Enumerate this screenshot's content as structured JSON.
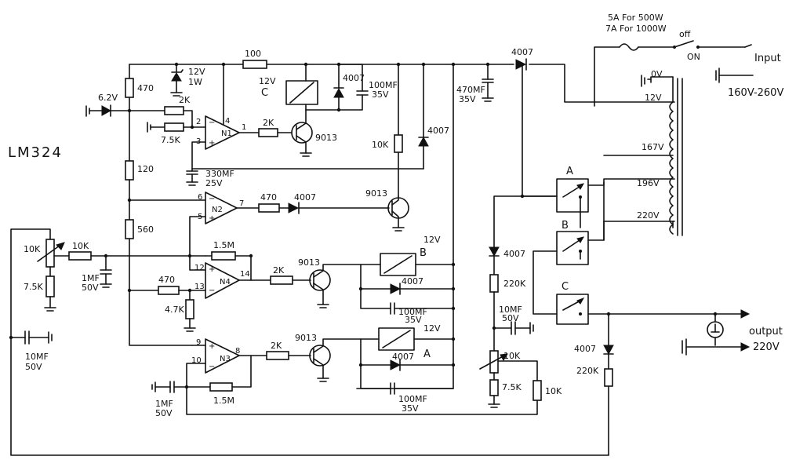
{
  "title": "LM324",
  "labels": {
    "fuse_5a": "5A For 500W",
    "fuse_7a": "7A For 1000W",
    "off": "off",
    "on": "ON",
    "input": "Input",
    "input_range": "160V-260V",
    "tap_0v": "0V",
    "tap_12v": "12V",
    "tap_167v": "167V",
    "tap_196v": "196V",
    "tap_220v": "220V",
    "relay_a_sw": "A",
    "relay_b_sw": "B",
    "relay_c_sw": "C",
    "output": "output",
    "output_v": "220V",
    "r100": "100",
    "r470_top": "470",
    "z12v": "12V",
    "z1w": "1W",
    "z62": "6.2V",
    "r2k_a": "2K",
    "r75k_a": "7.5K",
    "p2": "2",
    "p3": "3",
    "p4": "4",
    "p1": "1",
    "n1": "N1",
    "r2k_b": "2K",
    "q9013_c": "9013",
    "relay_c_12v": "12V",
    "relay_c": "C",
    "d4007_c": "4007",
    "c100_c": "100MF",
    "c100_c_v": "35V",
    "c470": "470MF",
    "c470_v": "35V",
    "d4007_in": "4007",
    "r10k_a": "10K",
    "d4007_b": "4007",
    "r120": "120",
    "c330": "330MF",
    "c330_v": "25V",
    "p6": "6",
    "p5": "5",
    "n2": "N2",
    "p7": "7",
    "r470_n2": "470",
    "d4007_n2": "4007",
    "q9013_n2": "9013",
    "r560": "560",
    "pot10k": "10K",
    "r10k_in": "10K",
    "r15m_a": "1.5M",
    "c1mf_a": "1MF",
    "c1mf_a_v": "50V",
    "r75k_b": "7.5K",
    "p12": "12",
    "p13": "13",
    "p14": "14",
    "n4": "N4",
    "r470_n4": "470",
    "r47k": "4.7K",
    "r2k_n4": "2K",
    "q9013_n4": "9013",
    "relay_b_12v": "12V",
    "relay_b": "B",
    "d4007_rb": "4007",
    "c100_b": "100MF",
    "c100_b_v": "35V",
    "c10mf": "10MF",
    "c10mf_v": "50V",
    "p9": "9",
    "p10": "10",
    "p8": "8",
    "n3": "N3",
    "r2k_n3": "2K",
    "q9013_n3": "9013",
    "relay_a_12v": "12V",
    "relay_a": "A",
    "d4007_ra": "4007",
    "c100_a": "100MF",
    "c100_a_v": "35V",
    "c1mf_b": "1MF",
    "c1mf_b_v": "50V",
    "r15m_b": "1.5M",
    "d4007_mid": "4007",
    "r220k_mid": "220K",
    "c10mf_mid": "10MF",
    "c10mf_mid_v": "50V",
    "pot10k_mid": "10K",
    "r75k_mid": "7.5K",
    "r10k_mid": "10K",
    "d4007_out": "4007",
    "r220k_out": "220K"
  }
}
